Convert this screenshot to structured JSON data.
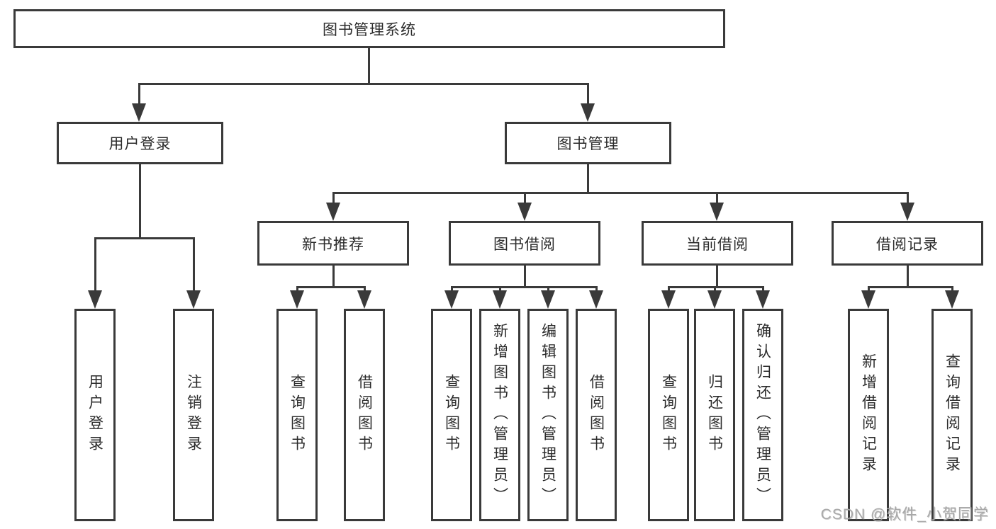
{
  "tree": {
    "root": {
      "label": "图书管理系统"
    },
    "branches": [
      {
        "label": "用户登录",
        "children": [
          {
            "label": "用户登录"
          },
          {
            "label": "注销登录"
          }
        ]
      },
      {
        "label": "图书管理",
        "children": [
          {
            "label": "新书推荐",
            "children": [
              {
                "label": "查询图书"
              },
              {
                "label": "借阅图书"
              }
            ]
          },
          {
            "label": "图书借阅",
            "children": [
              {
                "label": "查询图书"
              },
              {
                "label": "新增图书（管理员）"
              },
              {
                "label": "编辑图书（管理员）"
              },
              {
                "label": "借阅图书"
              }
            ]
          },
          {
            "label": "当前借阅",
            "children": [
              {
                "label": "查询图书"
              },
              {
                "label": "归还图书"
              },
              {
                "label": "确认归还（管理员）"
              }
            ]
          },
          {
            "label": "借阅记录",
            "children": [
              {
                "label": "新增借阅记录"
              },
              {
                "label": "查询借阅记录"
              }
            ]
          }
        ]
      }
    ]
  },
  "watermark": "CSDN @软件_小贺同学",
  "colors": {
    "line": "#3a3a3a",
    "box_border": "#3a3a3a",
    "text": "#2b2b2b",
    "watermark": "#a8a8a8",
    "background": "#ffffff"
  }
}
